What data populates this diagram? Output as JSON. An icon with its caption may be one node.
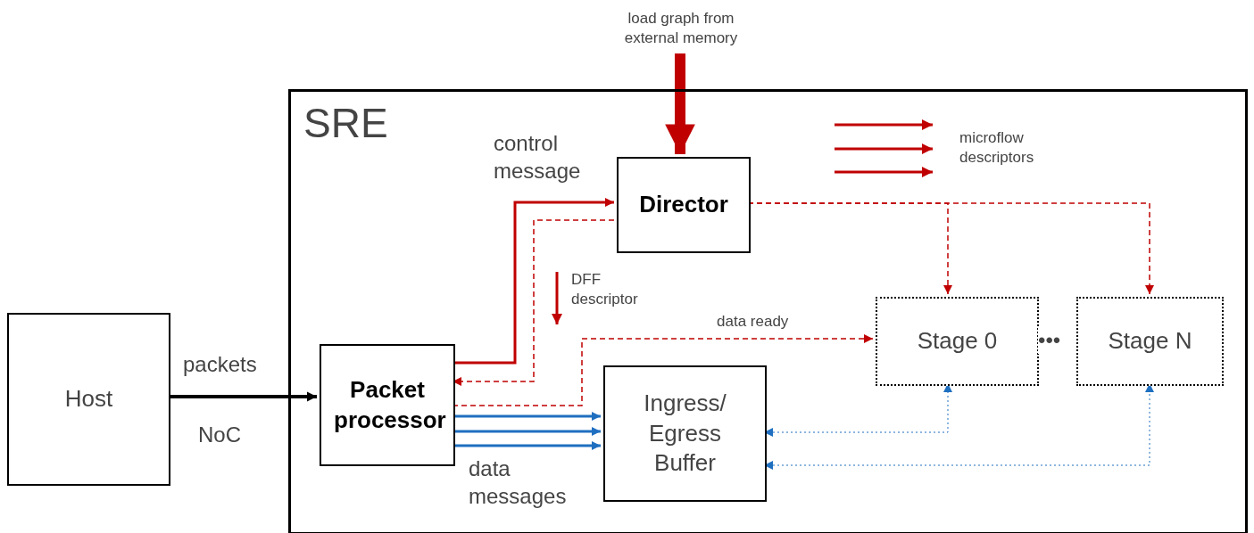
{
  "diagram": {
    "nodes": [
      {
        "text": [
          "SRE"
        ]
      },
      {
        "text": [
          "Host"
        ]
      },
      {
        "text": [
          "Packet processor"
        ],
        "in": 0
      },
      {
        "text": [
          "Director"
        ],
        "in": 0
      },
      {
        "text": [
          "Ingress/ Egress Buffer"
        ],
        "in": 0
      },
      {
        "text": [
          "Stage 0"
        ],
        "in": 0
      },
      {
        "text": [
          "Stage N"
        ],
        "in": 0
      },
      {
        "text": [
          "load graph from external memory"
        ]
      }
    ],
    "edges": [
      {
        "from": 1,
        "to": 2,
        "arrow": "to",
        "label": "packets",
        "style": "thick",
        "color": "#000000"
      },
      {
        "from": 2,
        "to": 3,
        "arrow": "to",
        "label": "control message"
      },
      {
        "from": 3,
        "to": 2,
        "arrow": "to",
        "style": "dashed"
      },
      {
        "from": 3,
        "to": 5,
        "arrow": "to",
        "style": "dashed"
      },
      {
        "from": 3,
        "to": 6,
        "arrow": "to",
        "style": "dashed"
      },
      {
        "from": 2,
        "to": 5,
        "arrow": "to",
        "label": "data ready",
        "style": "dashed"
      },
      {
        "from": 2,
        "to": 4,
        "arrow": "to",
        "color": "#1f6fc0"
      },
      {
        "from": 2,
        "to": 4,
        "arrow": "to",
        "color": "#1f6fc0"
      },
      {
        "from": 2,
        "to": 4,
        "arrow": "to",
        "label": "data messages",
        "color": "#1f6fc0"
      },
      {
        "from": 4,
        "to": 5,
        "arrow": "both",
        "style": "dashed",
        "color": "#1f6fc0"
      },
      {
        "from": 4,
        "to": 6,
        "arrow": "both",
        "style": "dashed",
        "color": "#1f6fc0"
      },
      {
        "from": 7,
        "to": 3,
        "arrow": "to",
        "style": "thick"
      }
    ],
    "labels": [
      "NoC",
      "DFF descriptor",
      "•••"
    ],
    "legend": [
      {
        "text": "microflow descriptors"
      }
    ]
  }
}
